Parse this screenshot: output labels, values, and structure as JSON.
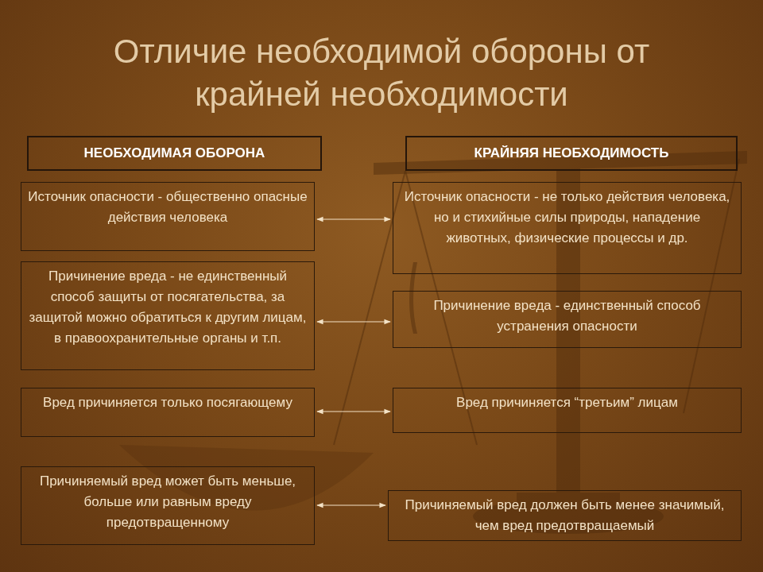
{
  "diagram": {
    "title": "Отличие необходимой обороны от крайней необходимости",
    "nodes": [
      {
        "text": [
          "НЕОБХОДИМАЯ ОБОРОНА"
        ]
      },
      {
        "text": [
          "КРАЙНЯЯ НЕОБХОДИМОСТЬ"
        ]
      },
      {
        "text": [
          "Источник опасности - общественно опасные действия человека"
        ]
      },
      {
        "text": [
          "Источник опасности - не только действия человека, но и стихийные силы природы, нападение животных, физические процессы и др."
        ]
      },
      {
        "text": [
          "Причинение вреда - не единственный способ защиты от посягательства, за защитой можно обратиться к другим лицам, в правоохранительные органы и т.п."
        ]
      },
      {
        "text": [
          "Причинение вреда - единственный способ устранения опасности"
        ]
      },
      {
        "text": [
          "Вред причиняется только посягающему"
        ]
      },
      {
        "text": [
          "Вред причиняется “третьим” лицам"
        ]
      },
      {
        "text": [
          "Причиняемый вред может быть меньше, больше или равным вреду предотвращенному"
        ]
      },
      {
        "text": [
          "Причиняемый вред должен быть менее значимый, чем вред предотвращаемый"
        ]
      }
    ],
    "edges": [
      {
        "from": 2,
        "to": 3,
        "arrow": "both"
      },
      {
        "from": 4,
        "to": 5,
        "arrow": "both"
      },
      {
        "from": 6,
        "to": 7,
        "arrow": "both"
      },
      {
        "from": 8,
        "to": 9,
        "arrow": "both"
      }
    ]
  }
}
